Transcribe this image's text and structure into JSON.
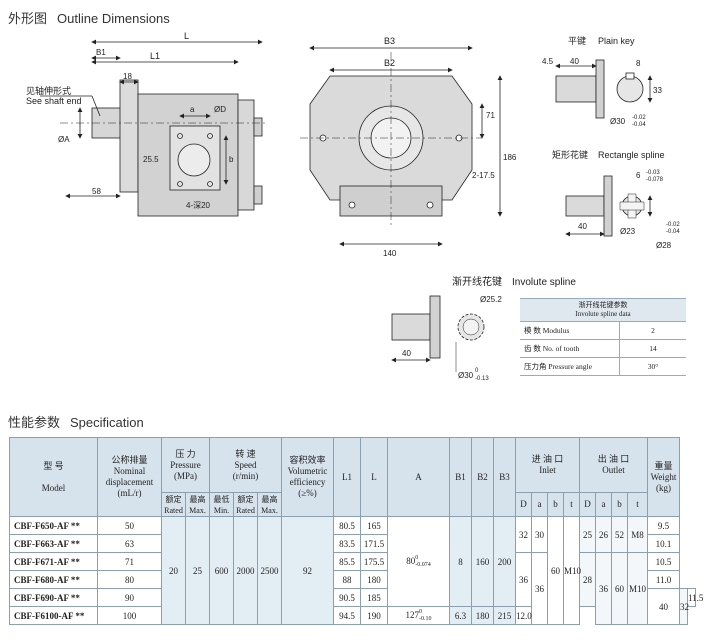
{
  "outline": {
    "title_cn": "外形图",
    "title_en": "Outline Dimensions",
    "side_view": {
      "labels": [
        "L",
        "L1",
        "B1",
        "18",
        "58",
        "ØA",
        "a",
        "ØD",
        "b",
        "25.5",
        "4-深20"
      ],
      "shaft_note_cn": "见轴伸形式",
      "shaft_note_en": "See shaft end"
    },
    "front_view": {
      "labels": [
        "B3",
        "B2",
        "71",
        "186",
        "2-17.5",
        "140"
      ]
    }
  },
  "plain_key": {
    "title_cn": "平键",
    "title_en": "Plain key",
    "labels": [
      "4.5",
      "40",
      "8",
      "33",
      "Ø30"
    ],
    "tol_up": "-0.02",
    "tol_lo": "-0.04"
  },
  "rect_spline": {
    "title_cn": "矩形花键",
    "title_en": "Rectangle spline",
    "labels": [
      "6",
      "40",
      "Ø23",
      "Ø28"
    ],
    "tol6_up": "-0.03",
    "tol6_lo": "-0.078",
    "tol28_up": "-0.02",
    "tol28_lo": "-0.04"
  },
  "involute_spline": {
    "title_cn": "渐开线花键",
    "title_en": "Involute spline",
    "labels": [
      "Ø25.2",
      "40",
      "Ø30"
    ],
    "tol_up": "0",
    "tol_lo": "-0.13",
    "table": {
      "head_cn": "渐开线花键参数",
      "head_en": "Involute spline data",
      "rows": [
        {
          "cn": "模 数",
          "en": "Modulus",
          "value": "2"
        },
        {
          "cn": "齿 数",
          "en": "No. of tooth",
          "value": "14"
        },
        {
          "cn": "压力角",
          "en": "Pressure angle",
          "value": "30°"
        }
      ]
    }
  },
  "spec": {
    "title_cn": "性能参数",
    "title_en": "Specification",
    "headers": {
      "model_cn": "型 号",
      "model_en": "Model",
      "disp_cn": "公称排量",
      "disp_en1": "Nominal",
      "disp_en2": "displacement",
      "disp_unit": "(mL/r)",
      "press_cn": "压 力",
      "press_en": "Pressure",
      "press_unit": "(MPa)",
      "rated_cn": "额定",
      "rated_en": "Rated",
      "max_cn": "最高",
      "max_en": "Max.",
      "speed_cn": "转 速",
      "speed_en": "Speed",
      "speed_unit": "(r/min)",
      "min_cn": "最低",
      "min_en": "Min.",
      "eff_cn": "容积效率",
      "eff_en1": "Volumetric",
      "eff_en2": "efficiency",
      "eff_unit": "(≥%)",
      "L1": "L1",
      "L": "L",
      "A": "A",
      "B1": "B1",
      "B2": "B2",
      "B3": "B3",
      "inlet_cn": "进 油 口",
      "inlet_en": "Inlet",
      "outlet_cn": "出 油 口",
      "outlet_en": "Outlet",
      "D": "D",
      "a": "a",
      "b": "b",
      "t": "t",
      "weight_cn": "重量",
      "weight_en": "Weight",
      "weight_unit": "(kg)"
    },
    "rows": [
      {
        "model": "CBF-F650-AF **",
        "disp": "50",
        "L1": "80.5",
        "L": "165",
        "weight": "9.5"
      },
      {
        "model": "CBF-F663-AF **",
        "disp": "63",
        "L1": "83.5",
        "L": "171.5",
        "weight": "10.1"
      },
      {
        "model": "CBF-F671-AF **",
        "disp": "71",
        "L1": "85.5",
        "L": "175.5",
        "weight": "10.5"
      },
      {
        "model": "CBF-F680-AF **",
        "disp": "80",
        "L1": "88",
        "L": "180",
        "weight": "11.0"
      },
      {
        "model": "CBF-F690-AF **",
        "disp": "90",
        "L1": "90.5",
        "L": "185",
        "weight": "11.5"
      },
      {
        "model": "CBF-F6100-AF **",
        "disp": "100",
        "L1": "94.5",
        "L": "190",
        "weight": "12.0"
      }
    ],
    "shared": {
      "rated": "20",
      "max": "25",
      "min": "600",
      "rated_speed": "2000",
      "max_speed": "2500",
      "eff": "92",
      "A1": "80",
      "A1_up": "0",
      "A1_lo": "-0.074",
      "A2": "127",
      "A2_up": "0",
      "A2_lo": "-0.10",
      "B1a": "8",
      "B2a": "160",
      "B3a": "200",
      "B1b": "6.3",
      "B2b": "180",
      "B3b": "215",
      "inD1": "32",
      "ina1": "30",
      "inD2": "36",
      "ina2": "36",
      "inD3": "40",
      "inb": "60",
      "int": "M10",
      "outD1": "25",
      "outa1": "26",
      "outb1": "52",
      "outt1": "M8",
      "outD2": "28",
      "outa2": "36",
      "outb2": "60",
      "outt2": "M10",
      "outD3": "32"
    }
  }
}
